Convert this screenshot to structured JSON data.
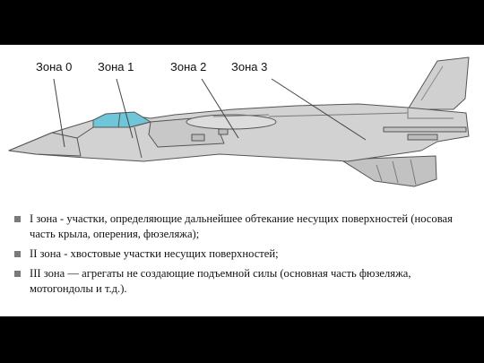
{
  "figure": {
    "zone_labels": [
      "Зона 0",
      "Зона 1",
      "Зона 2",
      "Зона 3"
    ]
  },
  "bullets": [
    "I зона - участки, определяющие дальнейшее обтекание несущих поверхностей (носовая часть крыла, оперения, фюзеляжа);",
    "II зона - хвостовые участки несущих поверхностей;",
    "III зона — агрегаты не создающие подъемной силы (основная часть фюзеляжа, мотогондолы и т.д.)."
  ],
  "colors": {
    "page_background": "#000000",
    "slide_background": "#ffffff",
    "aircraft_fill": "#d2d2d2",
    "aircraft_outline": "#555555",
    "canopy_fill": "#6fc6d8",
    "bullet_marker": "#7a7a7a"
  }
}
